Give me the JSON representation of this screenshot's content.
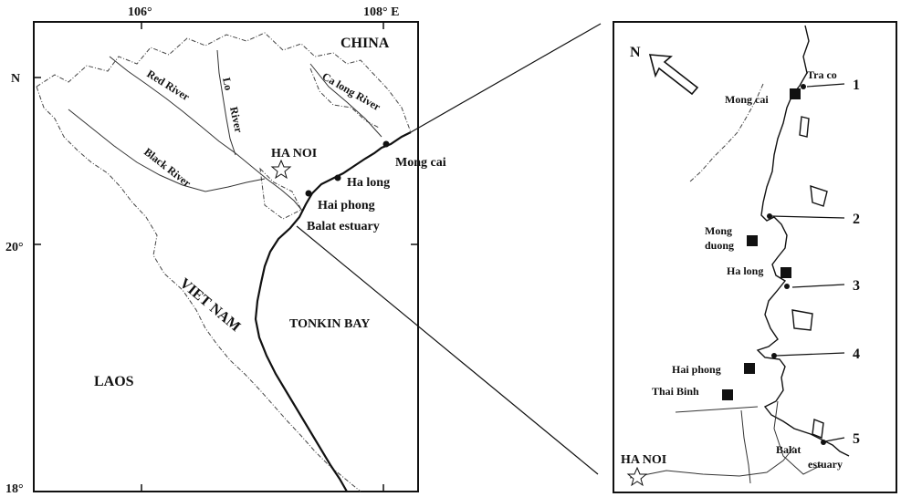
{
  "left_map": {
    "longitude_labels": [
      "106°",
      "108° E"
    ],
    "latitude_labels": [
      "N",
      "20°",
      "18°"
    ],
    "countries": [
      "CHINA",
      "VIET NAM",
      "LAOS"
    ],
    "sea": "TONKIN BAY",
    "rivers": [
      "Red River",
      "Lo",
      "River",
      "Black River",
      "Ca long River"
    ],
    "places": {
      "capital": "HA NOI",
      "mong_cai": "Mong cai",
      "ha_long": "Ha long",
      "hai_phong": "Hai phong",
      "balat": "Balat estuary"
    }
  },
  "inset_map": {
    "north_label": "N",
    "places": {
      "tra_co": "Tra co",
      "mong_cai": "Mong cai",
      "mong_duong_1": "Mong",
      "mong_duong_2": "duong",
      "ha_long": "Ha long",
      "hai_phong": "Hai phong",
      "thai_binh": "Thai Binh",
      "capital": "HA NOI",
      "balat_1": "Balat",
      "balat_2": "estuary"
    },
    "sites": [
      "1",
      "2",
      "3",
      "4",
      "5"
    ]
  },
  "icons": [
    "star-icon",
    "north-arrow-icon",
    "city-square-icon",
    "site-dot-icon"
  ]
}
